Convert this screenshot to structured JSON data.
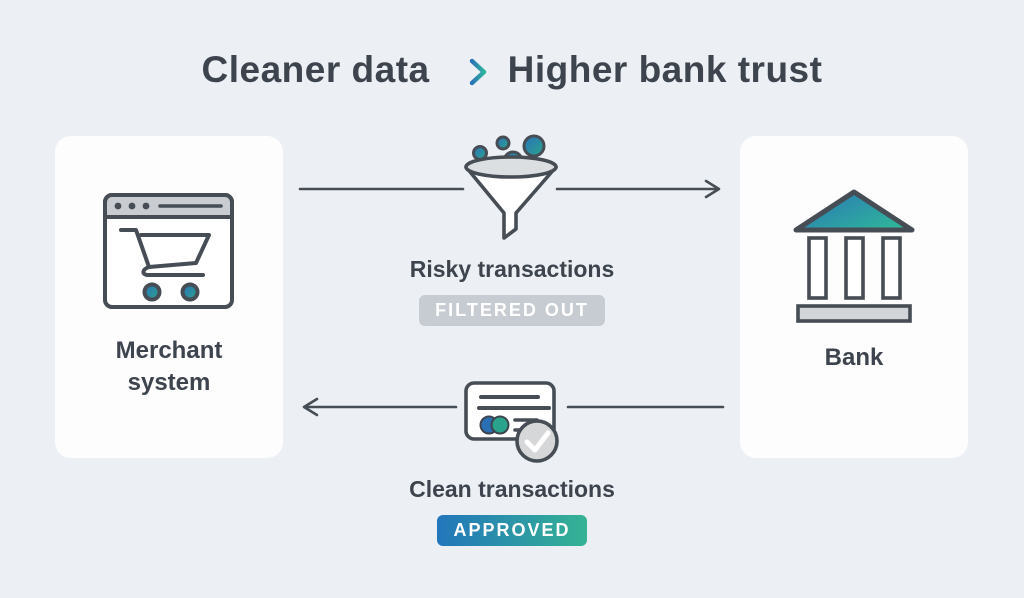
{
  "title": {
    "left": "Cleaner data",
    "right": "Higher bank trust",
    "arrow_icon": "gradient-right-arrow"
  },
  "merchant": {
    "line1": "Merchant",
    "line2": "system",
    "icon": "browser-shopping-cart"
  },
  "bank": {
    "label": "Bank",
    "icon": "bank-building"
  },
  "flows": {
    "top": {
      "label": "Risky transactions",
      "badge": "FILTERED OUT",
      "icon": "funnel-with-bubbles",
      "direction": "merchant-to-bank"
    },
    "bottom": {
      "label": "Clean transactions",
      "badge": "APPROVED",
      "icon": "credit-card-check",
      "direction": "bank-to-merchant"
    }
  },
  "colors": {
    "background": "#ecf0f5",
    "card": "#fdfdfe",
    "ink": "#3d444d",
    "stroke": "#474d55",
    "badge_gray": "#c7ccd2",
    "gradient_blue": "#2b73b8",
    "gradient_teal": "#2eb49b",
    "light_gray_fill": "#d5d8db"
  }
}
